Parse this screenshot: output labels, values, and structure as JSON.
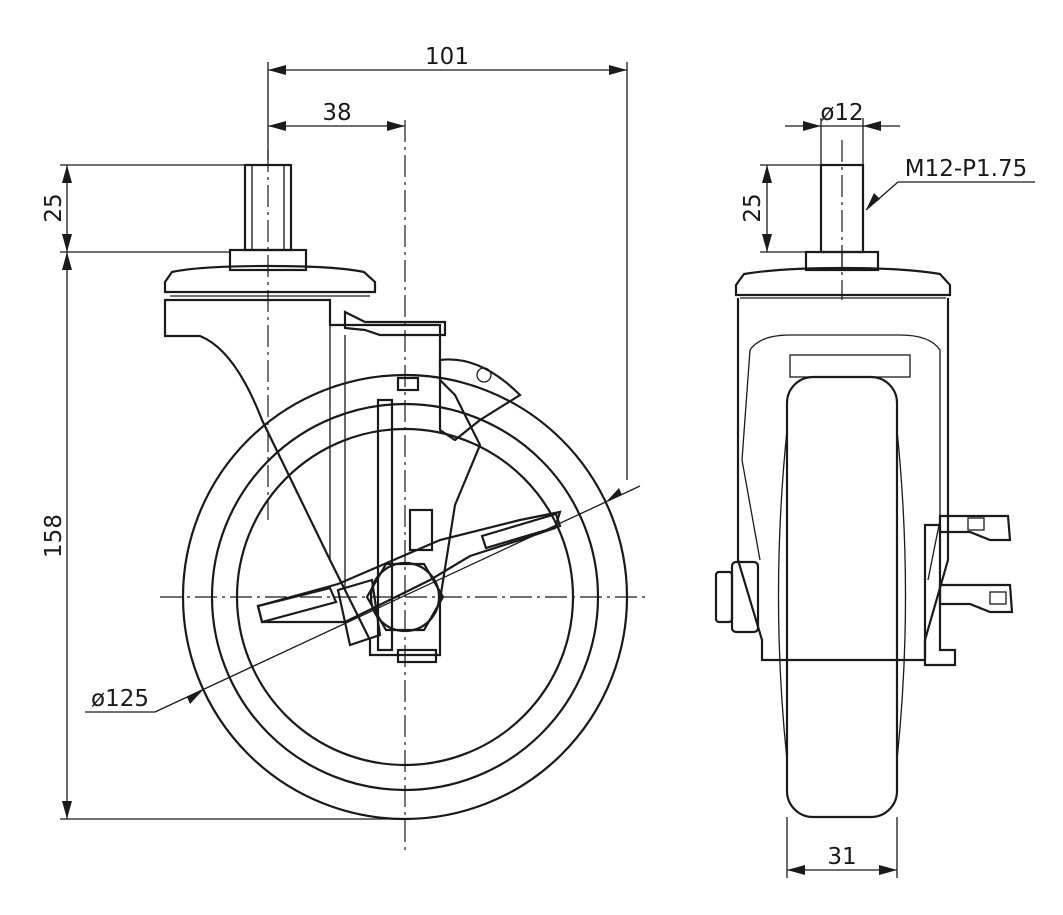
{
  "drawing": {
    "dimensions": {
      "overall_width": "101",
      "stem_offset": "38",
      "stem_length_front": "25",
      "overall_height": "158",
      "wheel_diameter": "ø125",
      "stem_diameter": "ø12",
      "thread_spec": "M12-P1.75",
      "stem_length_side": "25",
      "wheel_width": "31"
    },
    "line_color": "#1a1a1a",
    "background": "#ffffff"
  }
}
